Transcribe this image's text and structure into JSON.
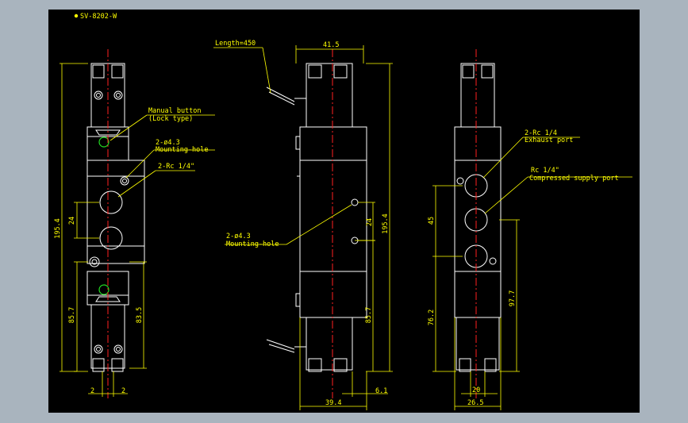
{
  "drawing": {
    "model": "SV-8202-W",
    "colors": {
      "background": "#000000",
      "frame": "#a9b4be",
      "outline": "#ffffff",
      "dimension": "#ffff00",
      "centerline": "#ff2020",
      "highlight": "#22dd22"
    }
  },
  "front_view": {
    "manual_button": "Manual button",
    "lock_type": "(Lock type)",
    "mount_count": "2-ø4.3",
    "mount_label": "Mounting-hole",
    "port_count": "2-Rc 1/4\"",
    "dim_total": "195.4",
    "dim_24": "24",
    "dim_85_7": "85.7",
    "dim_83_5": "83.5",
    "dim_2a": "2",
    "dim_2b": "2"
  },
  "side_view": {
    "length": "Length=450",
    "dim_41_5": "41.5",
    "mount_count": "2-ø4.3",
    "mount_label": "Mounting-hole",
    "dim_24": "24",
    "dim_total": "195.4",
    "dim_85_7": "85.7",
    "dim_6_1": "6.1",
    "dim_39_4": "39.4"
  },
  "back_view": {
    "exhaust_count": "2-Rc 1/4",
    "exhaust_label": "Exhaust port",
    "supply_count": "Rc 1/4\"",
    "supply_label": "Compressed supply port",
    "dim_45": "45",
    "dim_76_2": "76.2",
    "dim_97_7": "97.7",
    "dim_20": "20",
    "dim_26_5": "26.5"
  }
}
